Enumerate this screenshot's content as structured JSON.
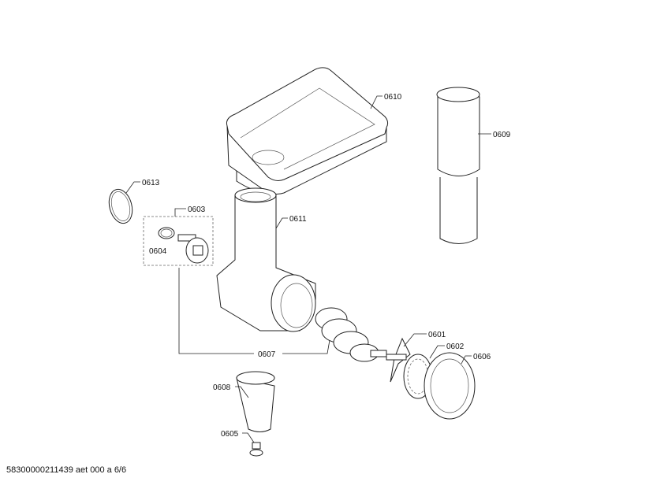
{
  "labels": {
    "p0610": "0610",
    "p0609": "0609",
    "p0613": "0613",
    "p0603": "0603",
    "p0611": "0611",
    "p0604": "0604",
    "p0607": "0607",
    "p0601": "0601",
    "p0602": "0602",
    "p0606": "0606",
    "p0608": "0608",
    "p0605": "0605"
  },
  "footer": "58300000211439 aet 000 a 6/6"
}
